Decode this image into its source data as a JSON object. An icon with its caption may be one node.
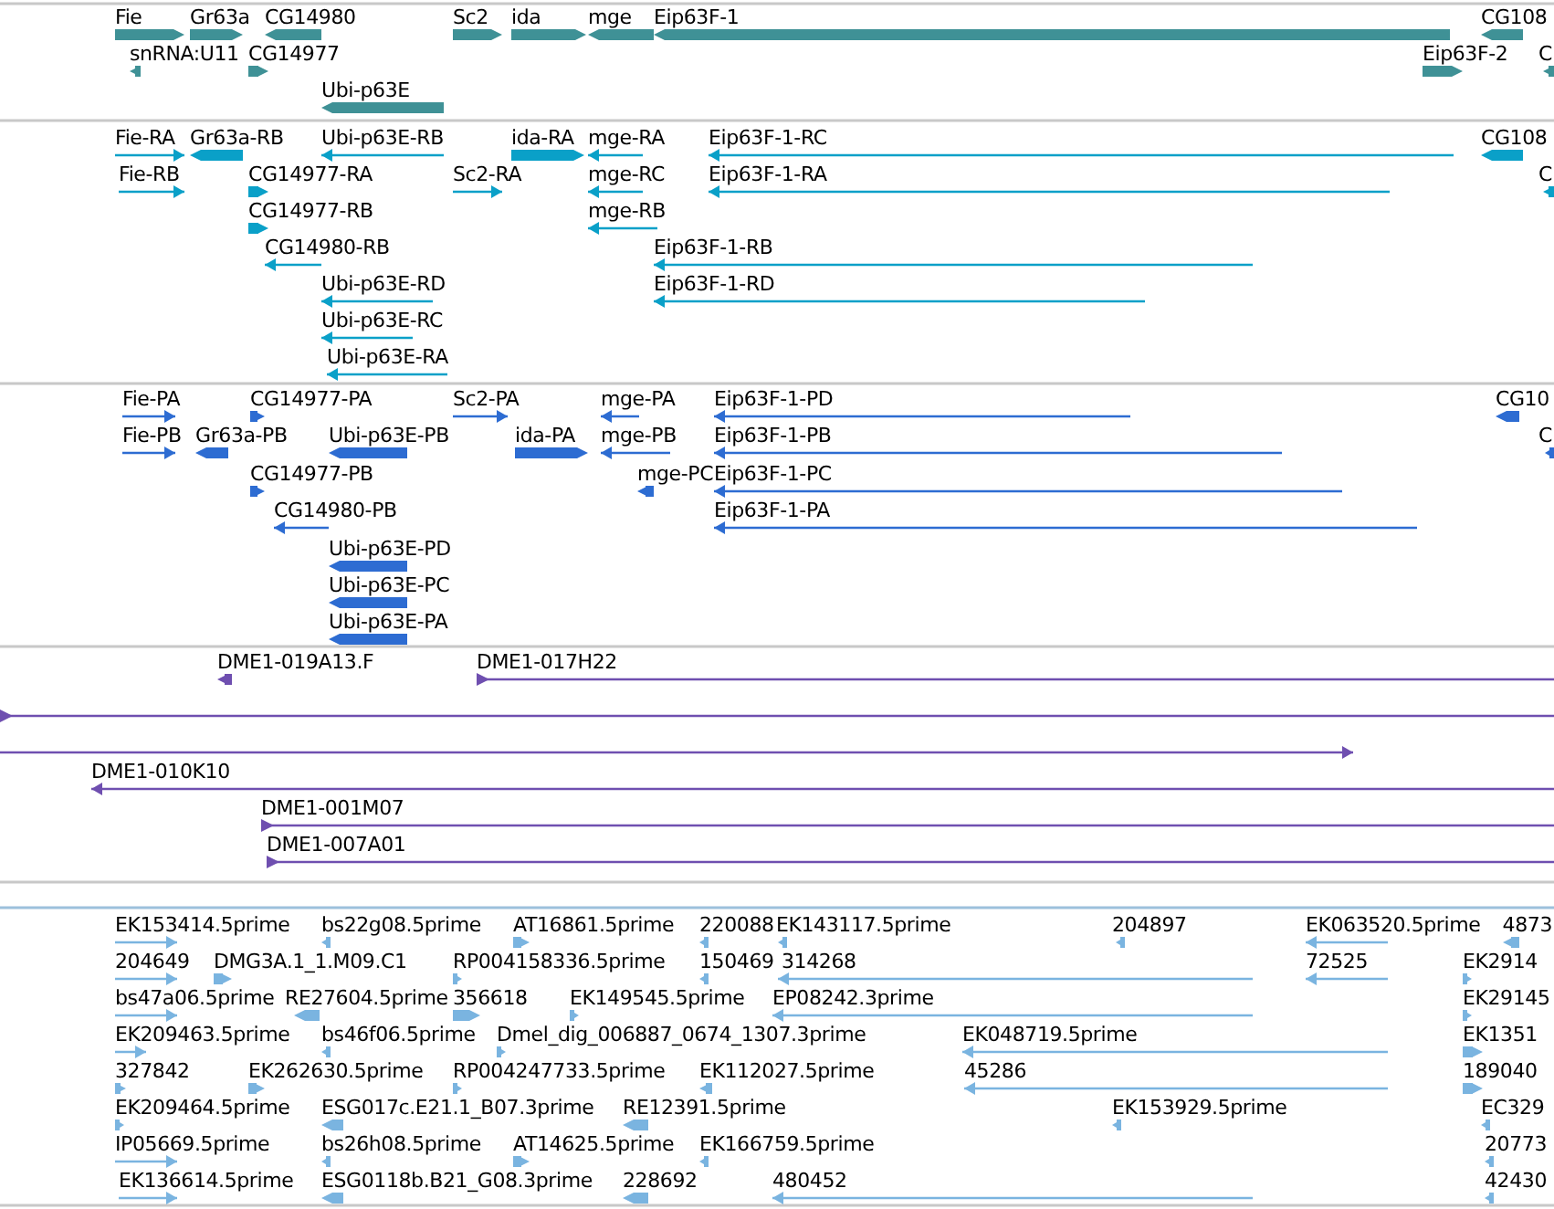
{
  "diagram": {
    "labels": [
      "Fie",
      "Gr63a",
      "CG14980",
      "Sc2",
      "ida",
      "mge",
      "Eip63F-1",
      "CG108",
      "snRNA:U11",
      "CG14977",
      "Eip63F-2",
      "C",
      "Ubi-p63E",
      "Fie-RA",
      "Gr63a-RB",
      "Ubi-p63E-RB",
      "ida-RA",
      "mge-RA",
      "Eip63F-1-RC",
      "CG108",
      "Fie-RB",
      "CG14977-RA",
      "Sc2-RA",
      "mge-RC",
      "Eip63F-1-RA",
      "C",
      "CG14977-RB",
      "mge-RB",
      "CG14980-RB",
      "Eip63F-1-RB",
      "Ubi-p63E-RD",
      "Eip63F-1-RD",
      "Ubi-p63E-RC",
      "Ubi-p63E-RA",
      "Fie-PA",
      "CG14977-PA",
      "Sc2-PA",
      "mge-PA",
      "Eip63F-1-PD",
      "CG10",
      "Fie-PB",
      "Gr63a-PB",
      "Ubi-p63E-PB",
      "ida-PA",
      "mge-PB",
      "Eip63F-1-PB",
      "C",
      "CG14977-PB",
      "mge-PC",
      "Eip63F-1-PC",
      "CG14980-PB",
      "Eip63F-1-PA",
      "Ubi-p63E-PD",
      "Ubi-p63E-PC",
      "Ubi-p63E-PA",
      "DME1-019A13.F",
      "DME1-017H22",
      "DME1-010K10",
      "DME1-001M07",
      "DME1-007A01",
      "EK153414.5prime",
      "bs22g08.5prime",
      "AT16861.5prime",
      "220088",
      "EK143117.5prime",
      "204897",
      "EK063520.5prime",
      "4873",
      "204649",
      "DMG3A.1_1.M09.C1",
      "RP004158336.5prime",
      "150469",
      "314268",
      "72525",
      "EK2914",
      "bs47a06.5prime",
      "RE27604.5prime",
      "356618",
      "EK149545.5prime",
      "EP08242.3prime",
      "EK29145",
      "EK209463.5prime",
      "bs46f06.5prime",
      "Dmel_dig_006887_0674_1307.3prime",
      "EK048719.5prime",
      "EK1351",
      "327842",
      "EK262630.5prime",
      "RP004247733.5prime",
      "EK112027.5prime",
      "45286",
      "189040",
      "EK209464.5prime",
      "ESG017c.E21.1_B07.3prime",
      "RE12391.5prime",
      "EK153929.5prime",
      "EC329",
      "IP05669.5prime",
      "bs26h08.5prime",
      "AT14625.5prime",
      "EK166759.5prime",
      "20773",
      "EK136614.5prime",
      "ESG0118b.B21_G08.3prime",
      "228692",
      "480452",
      "42430"
    ]
  }
}
